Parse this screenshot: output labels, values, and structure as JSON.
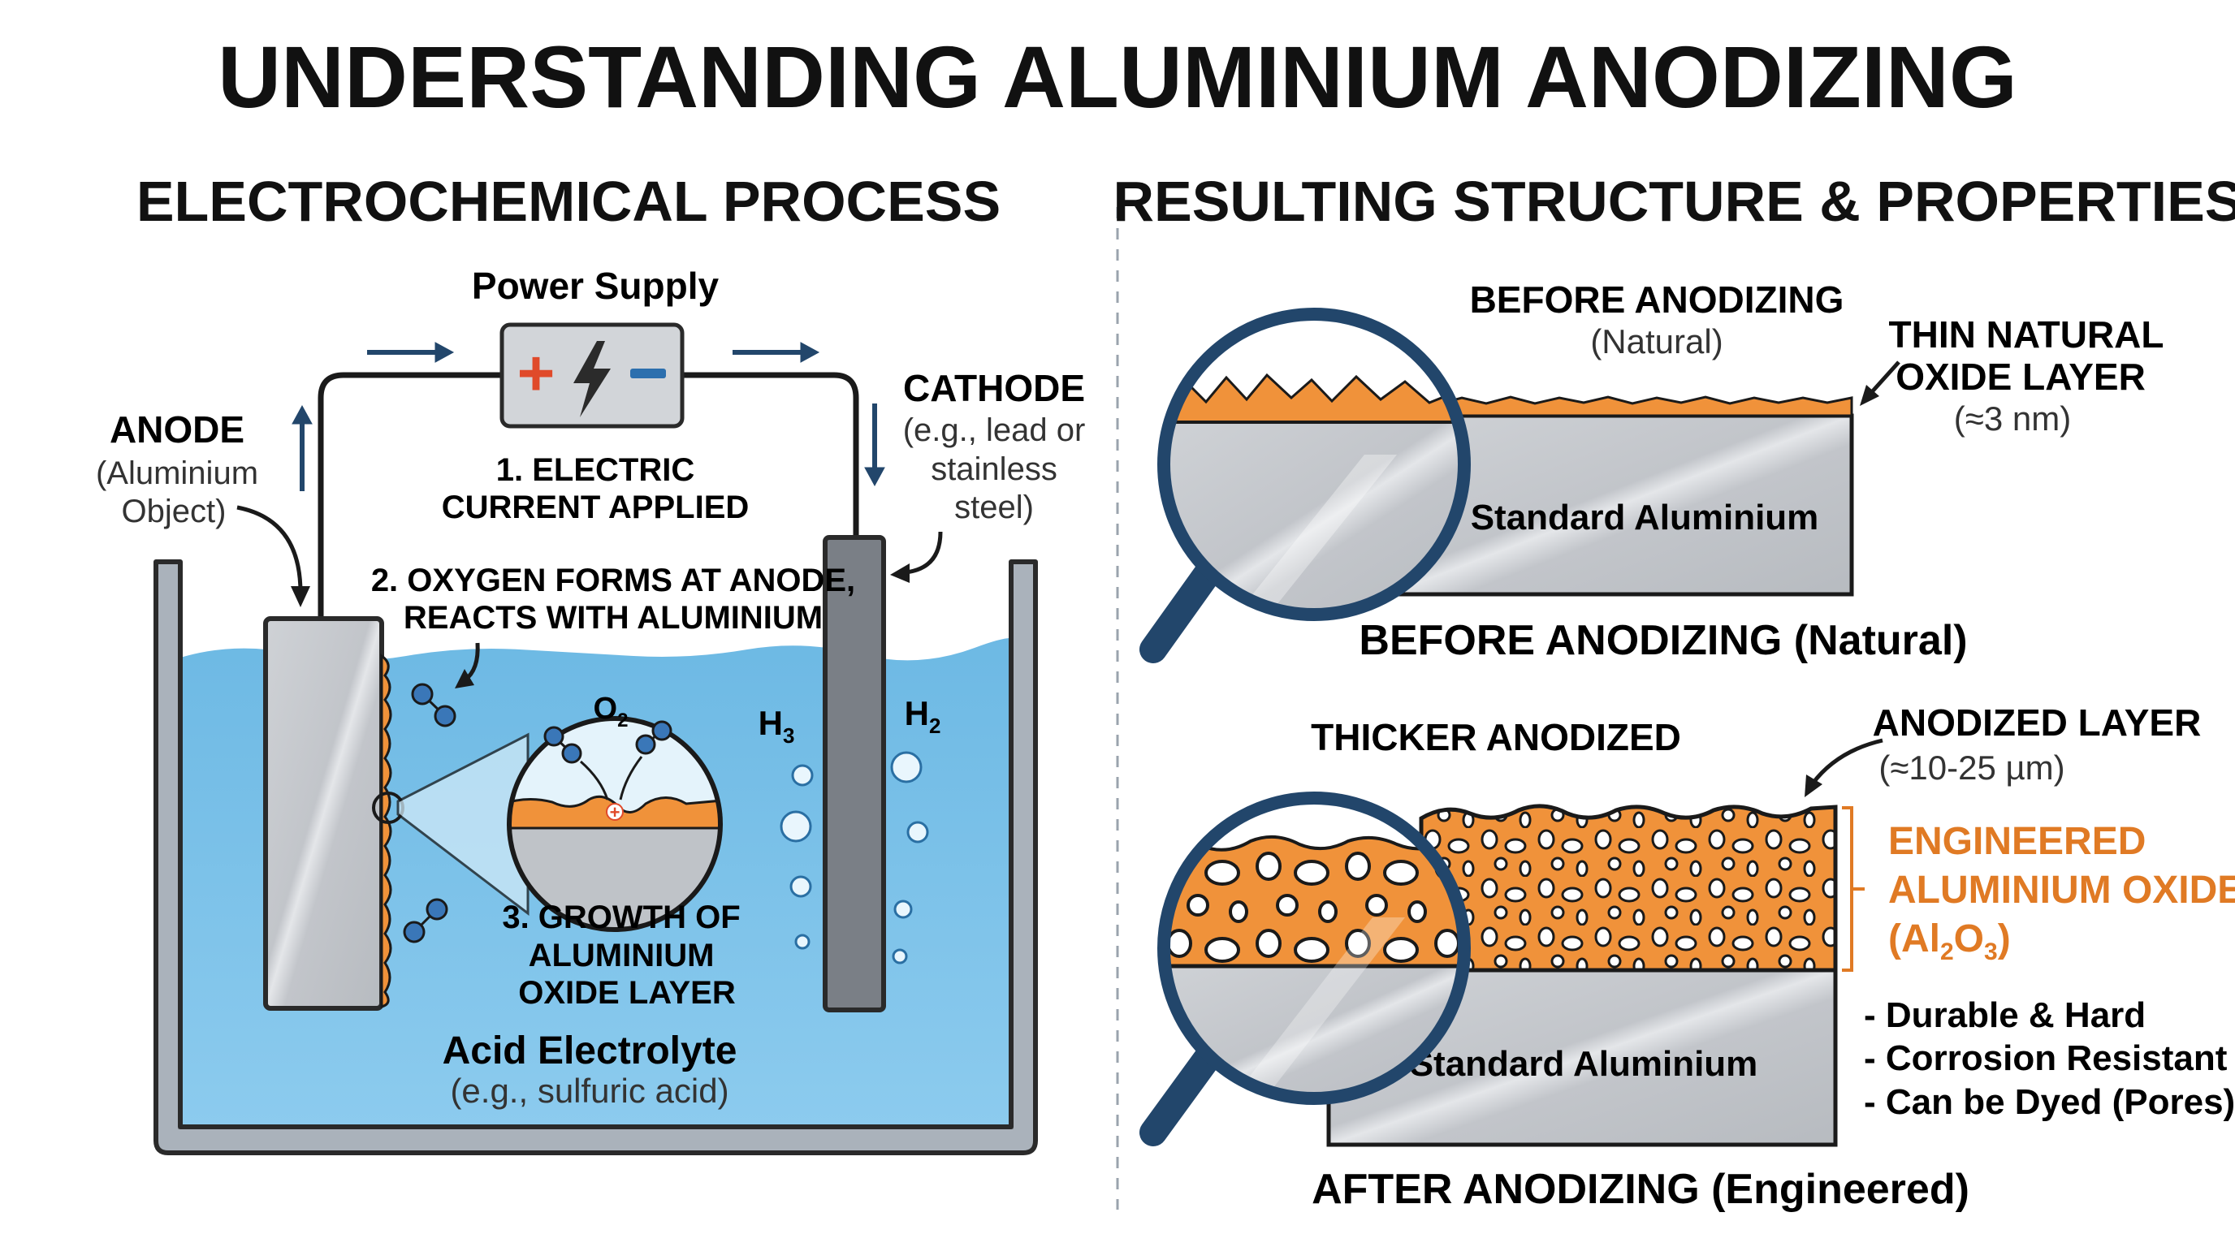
{
  "title": "UNDERSTANDING ALUMINIUM ANODIZING",
  "left": {
    "heading": "ELECTROCHEMICAL PROCESS",
    "power_supply": {
      "label": "Power Supply",
      "plus": "+",
      "minus": "−"
    },
    "anode": {
      "label": "ANODE",
      "sub1": "(Aluminium",
      "sub2": "Object)"
    },
    "cathode": {
      "label": "CATHODE",
      "sub1": "(e.g., lead or",
      "sub2": "stainless",
      "sub3": "steel)"
    },
    "step1": {
      "line1": "1. ELECTRIC",
      "line2": "CURRENT APPLIED"
    },
    "step2": {
      "line1": "2. OXYGEN FORMS AT ANODE,",
      "line2": "REACTS WITH ALUMINIUM"
    },
    "step3": {
      "line1": "3. GROWTH OF",
      "line2": "ALUMINIUM",
      "line3": "OXIDE LAYER"
    },
    "o2": {
      "base": "O",
      "sub": "2"
    },
    "h3": {
      "base": "H",
      "sub": "3"
    },
    "h2": {
      "base": "H",
      "sub": "2"
    },
    "ion_sign": "+",
    "electrolyte": {
      "label": "Acid Electrolyte",
      "sub": "(e.g., sulfuric acid)"
    }
  },
  "right": {
    "heading": "RESULTING STRUCTURE & PROPERTIES",
    "before": {
      "title": "BEFORE ANODIZING",
      "subtitle": "(Natural)",
      "layer_label1": "THIN NATURAL",
      "layer_label2": "OXIDE LAYER",
      "layer_size": "(≈3 nm)",
      "metal_label": "Standard Aluminium",
      "caption": "BEFORE ANODIZING (Natural)"
    },
    "after": {
      "title": "THICKER ANODIZED",
      "layer_label": "ANODIZED LAYER",
      "layer_size": "(≈10-25 µm)",
      "engineered1": "ENGINEERED",
      "engineered2": "ALUMINIUM OXIDE",
      "formula": {
        "open": "(Al",
        "sub1": "2",
        "mid": "O",
        "sub2": "3",
        "close": ")"
      },
      "metal_label": "Standard Aluminium",
      "properties": [
        "- Durable & Hard",
        "- Corrosion Resistant",
        "- Can be Dyed (Pores)"
      ],
      "caption": "AFTER ANODIZING (Engineered)"
    }
  },
  "colors": {
    "oxide": "#F0923A",
    "oxide_dark": "#C96A1C",
    "electrolyte": "#7DC1E6",
    "metal": "#C9CCD0",
    "navy": "#22466B",
    "accent_text": "#E07A24",
    "plus": "#E04A2A",
    "minus": "#2C6FAE"
  },
  "icons": [
    "magnifier-icon",
    "lightning-icon",
    "arrow-icon",
    "oxygen-molecule-icon",
    "bubble-icon"
  ]
}
